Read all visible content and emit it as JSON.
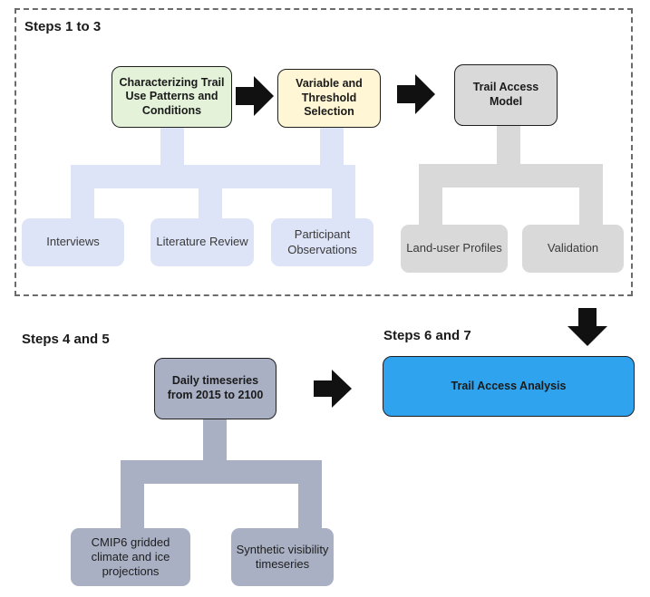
{
  "sections": {
    "steps_1_3": "Steps 1 to 3",
    "steps_4_5": "Steps 4 and 5",
    "steps_6_7": "Steps 6 and 7"
  },
  "nodes": {
    "characterizing": "Characterizing Trail Use Patterns and Conditions",
    "variable_selection": "Variable and Threshold Selection",
    "trail_access_model": "Trail Access Model",
    "daily_timeseries": "Daily timeseries from 2015 to 2100",
    "trail_access_analysis": "Trail Access Analysis"
  },
  "leaves": {
    "interviews": "Interviews",
    "literature_review": "Literature Review",
    "participant_observations": "Participant Observations",
    "land_user_profiles": "Land-user Profiles",
    "validation": "Validation",
    "cmip6": "CMIP6 gridded climate and ice projections",
    "synthetic_visibility": "Synthetic visibility timeseries"
  },
  "colors": {
    "characterizing_fill": "#e3f2d9",
    "variable_fill": "#fff6d5",
    "model_fill": "#d9d9d9",
    "timeseries_fill": "#a9b0c4",
    "analysis_fill": "#2fa3ee",
    "arrow": "#111111"
  }
}
